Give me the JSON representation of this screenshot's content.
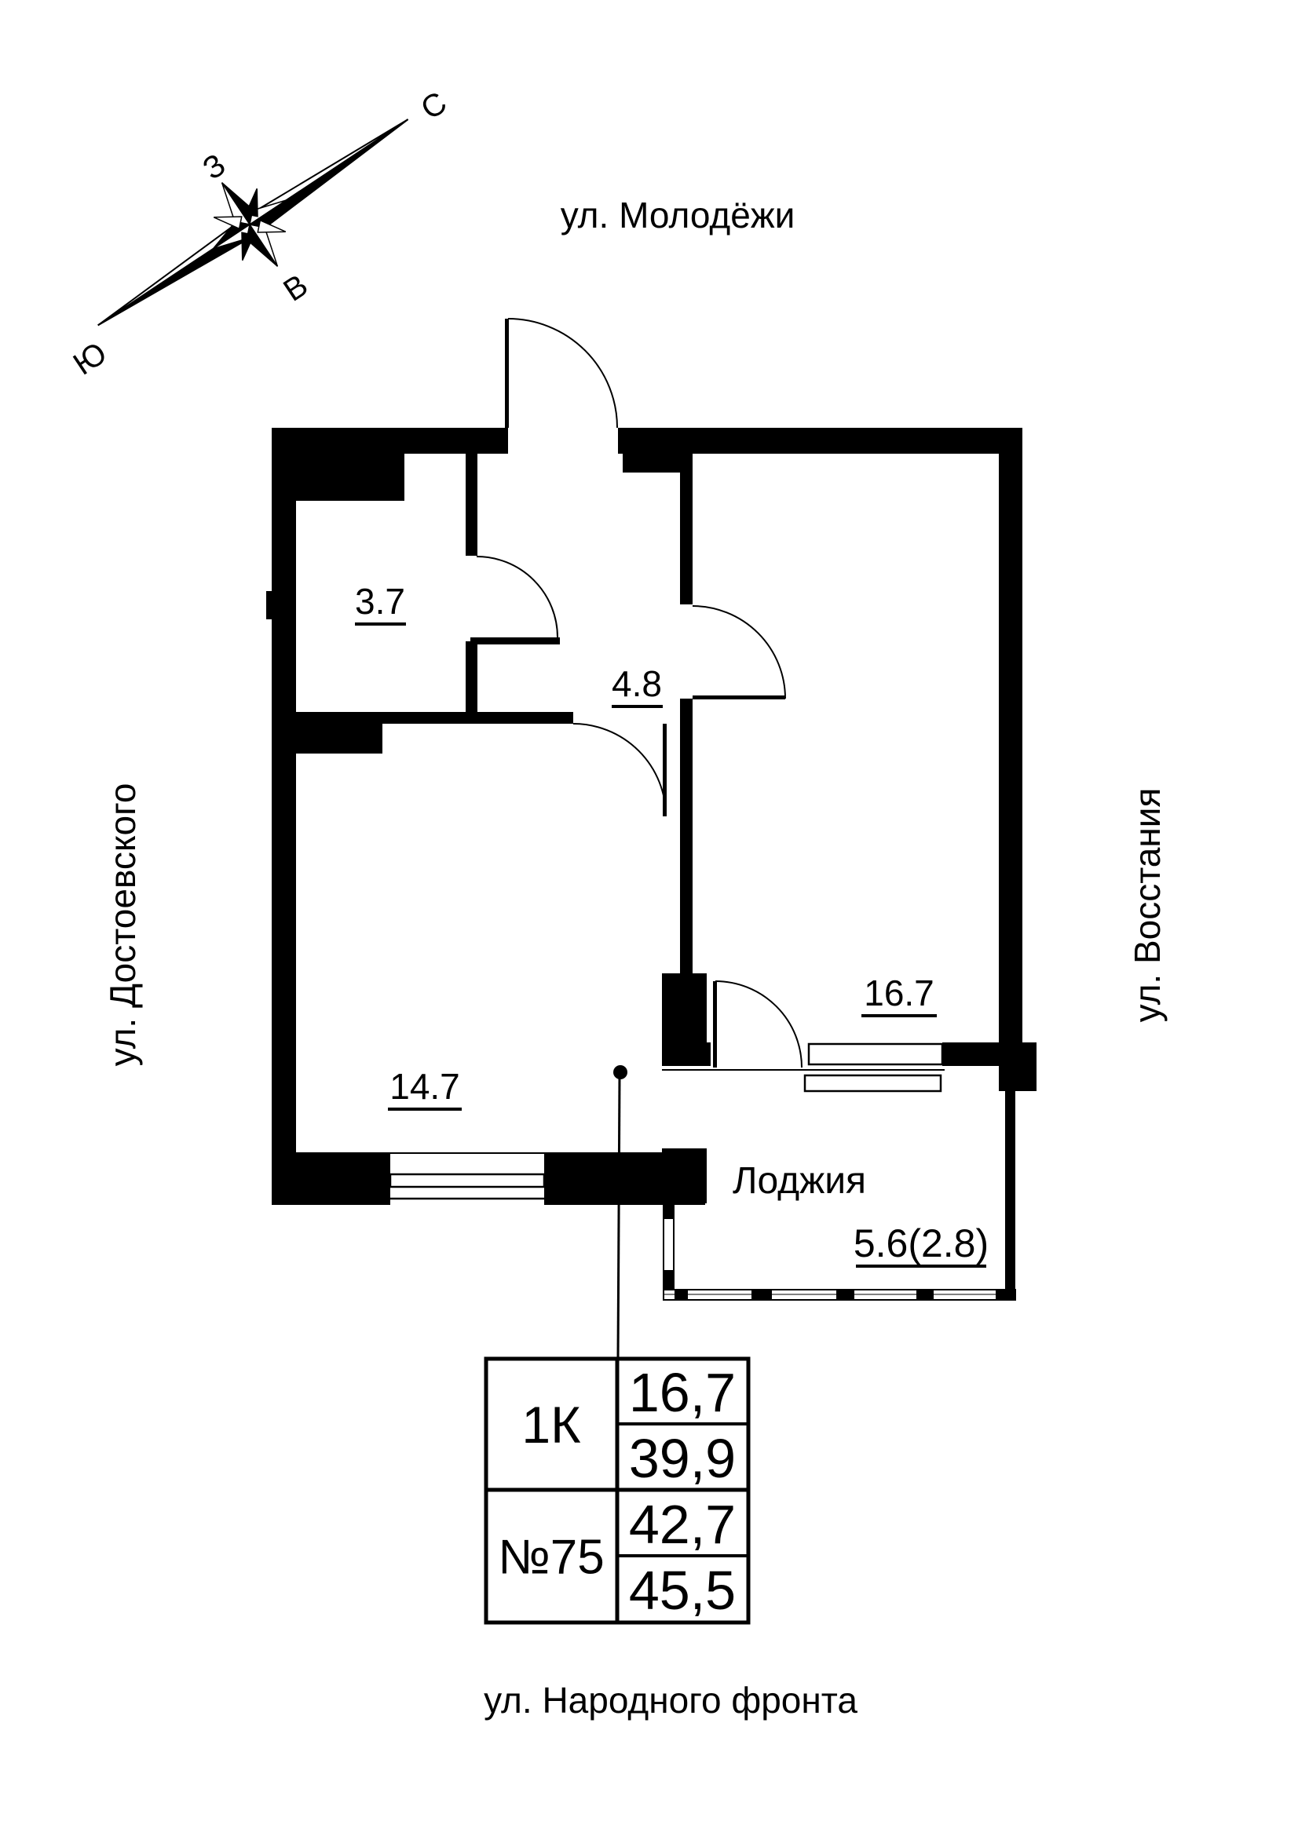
{
  "compass": {
    "north": "С",
    "south": "Ю",
    "west": "З",
    "east": "В"
  },
  "streets": {
    "top": "ул. Молодёжи",
    "left": "ул. Достоевского",
    "right": "ул. Восстания",
    "bottom": "ул. Народного фронта"
  },
  "rooms": [
    {
      "id": "bathroom",
      "area": "3.7"
    },
    {
      "id": "hallway",
      "area": "4.8"
    },
    {
      "id": "living-room",
      "area": "14.7"
    },
    {
      "id": "bedroom",
      "area": "16.7"
    },
    {
      "id": "loggia",
      "name": "Лоджия",
      "area": "5.6(2.8)"
    }
  ],
  "info_table": {
    "flat_type": "1К",
    "flat_number": "№75",
    "living_area": "16,7",
    "area_without_loggia": "39,9",
    "area_with_half_loggia": "42,7",
    "area_total": "45,5"
  },
  "colors": {
    "ink": "#000000",
    "paper": "#ffffff"
  }
}
